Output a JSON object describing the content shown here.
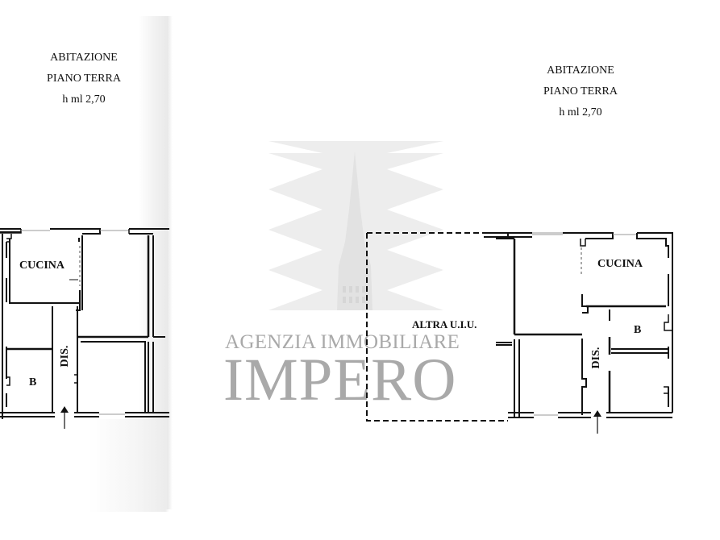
{
  "plans": [
    {
      "id": "left",
      "title": {
        "line1": "ABITAZIONE",
        "line2": "PIANO TERRA",
        "line3": "h ml 2,70"
      },
      "rooms": [
        {
          "label": "CUCINA"
        },
        {
          "label": "B"
        },
        {
          "label": "DIS."
        }
      ]
    },
    {
      "id": "right",
      "title": {
        "line1": "ABITAZIONE",
        "line2": "PIANO TERRA",
        "line3": "h ml 2,70"
      },
      "rooms": [
        {
          "label": "CUCINA"
        },
        {
          "label": "B"
        },
        {
          "label": "DIS."
        },
        {
          "label": "ALTRA U.I.U."
        }
      ]
    }
  ],
  "watermark": {
    "line1": "AGENZIA IMMOBILIARE",
    "line2": "IMPERO",
    "color": "#a9a9a9",
    "logo": "spire-building-logo"
  },
  "colors": {
    "wall": "#111111",
    "background": "#ffffff",
    "logo_fill": "#ececec"
  }
}
